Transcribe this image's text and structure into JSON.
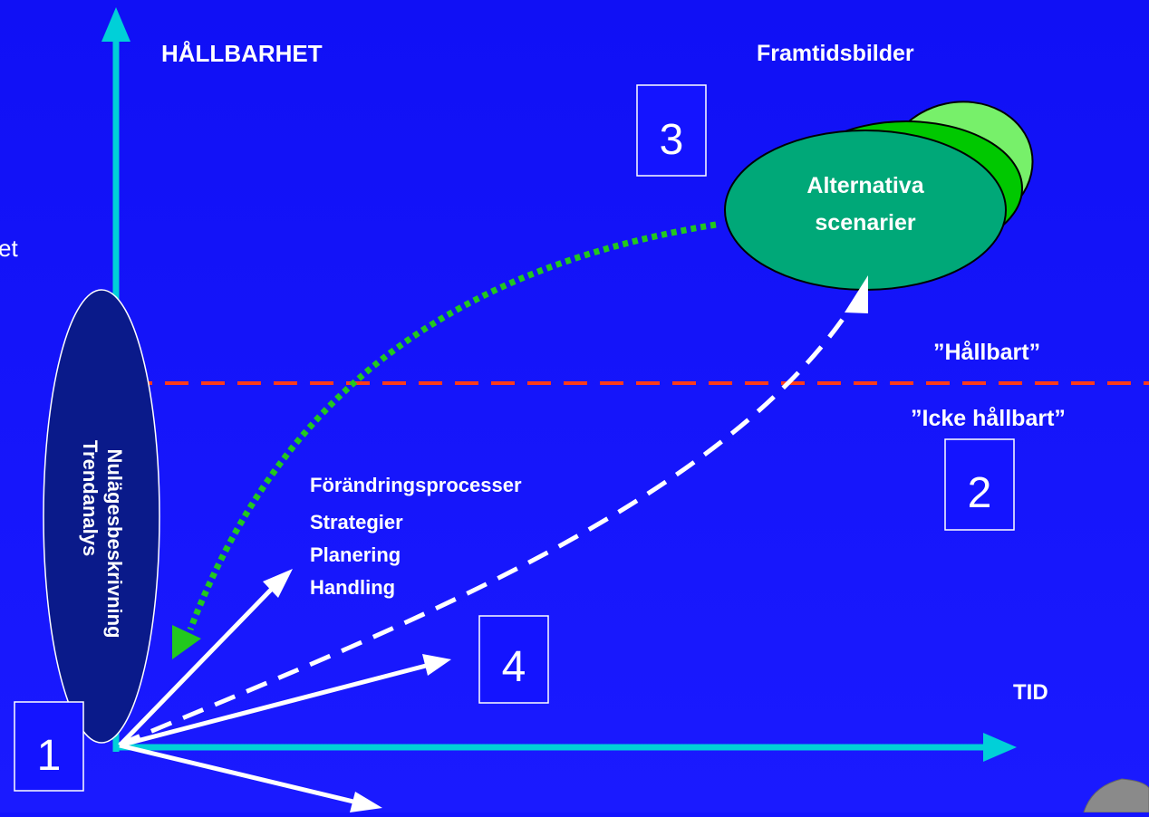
{
  "axes": {
    "y_label": "HÅLLBARHET",
    "x_label": "TID"
  },
  "future_images_label": "Framtidsbilder",
  "scenarios": {
    "line1": "Alternativa",
    "line2": "scenarier"
  },
  "threshold": {
    "above": "”Hållbart”",
    "below": "”Icke hållbart”"
  },
  "current_state": {
    "line1": "Nulägesbeskrivning",
    "line2": "Trendanalys"
  },
  "process_list": [
    "Förändringsprocesser",
    "Strategier",
    "Planering",
    "Handling"
  ],
  "step_boxes": {
    "step1": "1",
    "step2": "2",
    "step3": "3",
    "step4": "4"
  },
  "edge_fragment": "et",
  "colors": {
    "background": "#1414ff",
    "axis": "#00d0d8",
    "threshold_line": "#ff3a1a",
    "green_dots": "#22c81e",
    "scenario_fill": "#00a878",
    "scenario_back1": "#77f06a",
    "scenario_back2": "#00c800",
    "current_fill": "#0a1a8a",
    "text": "#ffffff"
  }
}
